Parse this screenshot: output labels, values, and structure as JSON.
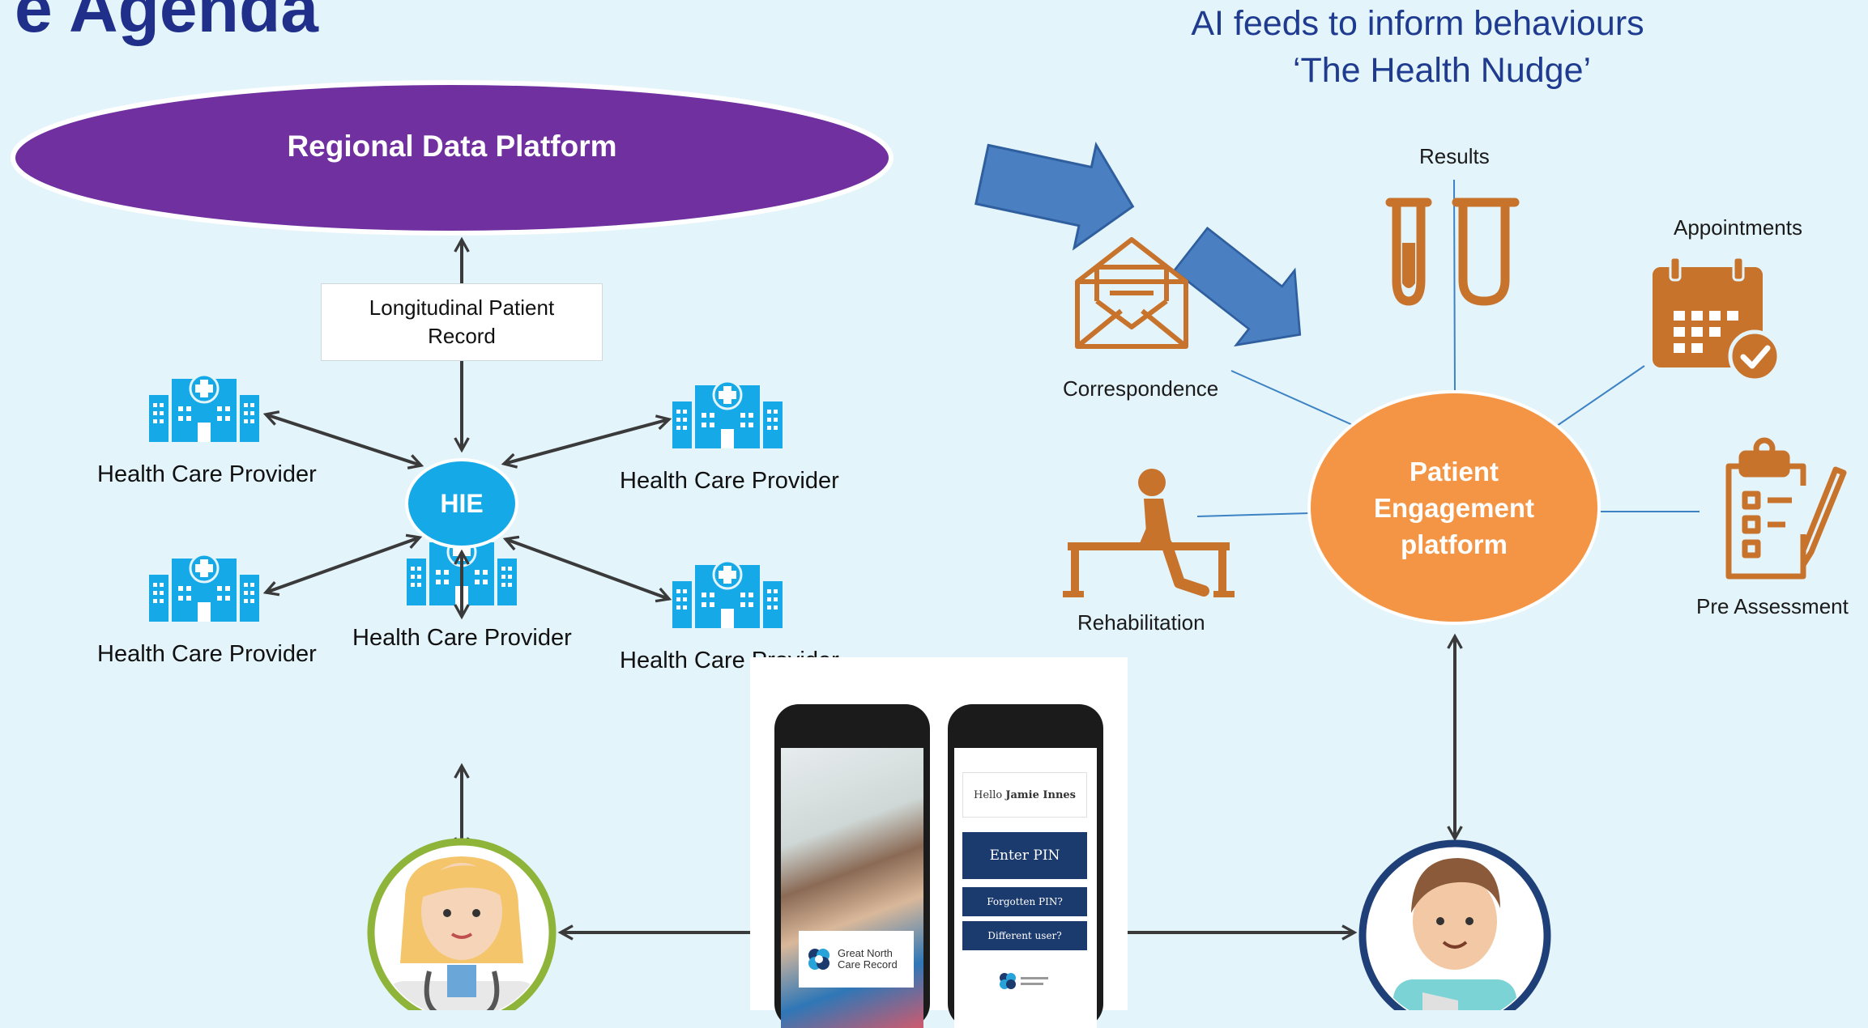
{
  "slide": {
    "title_fragment": "e Agenda",
    "tagline": [
      "AI feeds to inform behaviours",
      "‘The Health Nudge’"
    ]
  },
  "left_diagram": {
    "platform": "Regional Data Platform",
    "record_box": [
      "Longitudinal Patient",
      "Record"
    ],
    "hub": "HIE",
    "providers": [
      "Health Care Provider",
      "Health Care Provider",
      "Health Care Provider",
      "Health Care Provider",
      "Health Care Provider"
    ]
  },
  "right_diagram": {
    "hub": [
      "Patient",
      "Engagement",
      "platform"
    ],
    "feeds": {
      "results": "Results",
      "appointments": "Appointments",
      "correspondence": "Correspondence",
      "rehabilitation": "Rehabilitation",
      "pre_assessment": "Pre Assessment"
    }
  },
  "app": {
    "brand": [
      "Great North",
      "Care Record"
    ],
    "greeting_prefix": "Hello",
    "greeting_name": "Jamie Innes",
    "buttons": [
      "Enter PIN",
      "Forgotten PIN?",
      "Different user?"
    ]
  },
  "colors": {
    "background": "#e4f4fb",
    "platform": "#7030a0",
    "hie": "#16a9e8",
    "engagement": "#f39545",
    "icon_orange": "#c8732c",
    "big_arrow": "#4a7fc1",
    "title": "#1f3b8f"
  }
}
